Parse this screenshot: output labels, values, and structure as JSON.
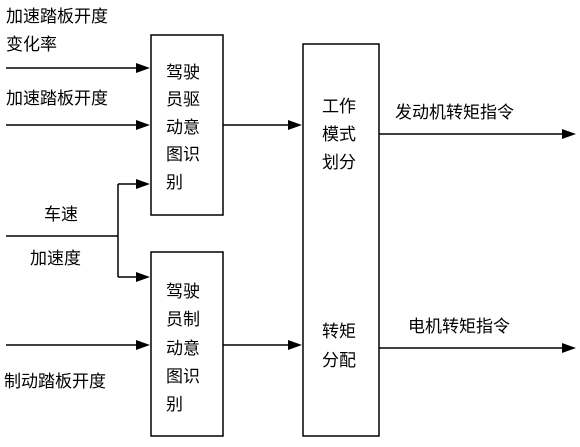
{
  "inputs": {
    "accel_rate_line1": "加速踏板开度",
    "accel_rate_line2": "变化率",
    "accel_pedal": "加速踏板开度",
    "vehicle_speed": "车速",
    "acceleration": "加速度",
    "brake_pedal": "制动踏板开度"
  },
  "blocks": {
    "drive_intent": [
      "驾驶",
      "员驱",
      "动意",
      "图识",
      "别"
    ],
    "brake_intent": [
      "驾驶",
      "员制",
      "动意",
      "图识",
      "别"
    ],
    "mode_block_top": [
      "工作",
      "模式",
      "划分"
    ],
    "mode_block_bottom": [
      "转矩",
      "分配"
    ]
  },
  "outputs": {
    "engine_torque": "发动机转矩指令",
    "motor_torque": "电机转矩指令"
  }
}
